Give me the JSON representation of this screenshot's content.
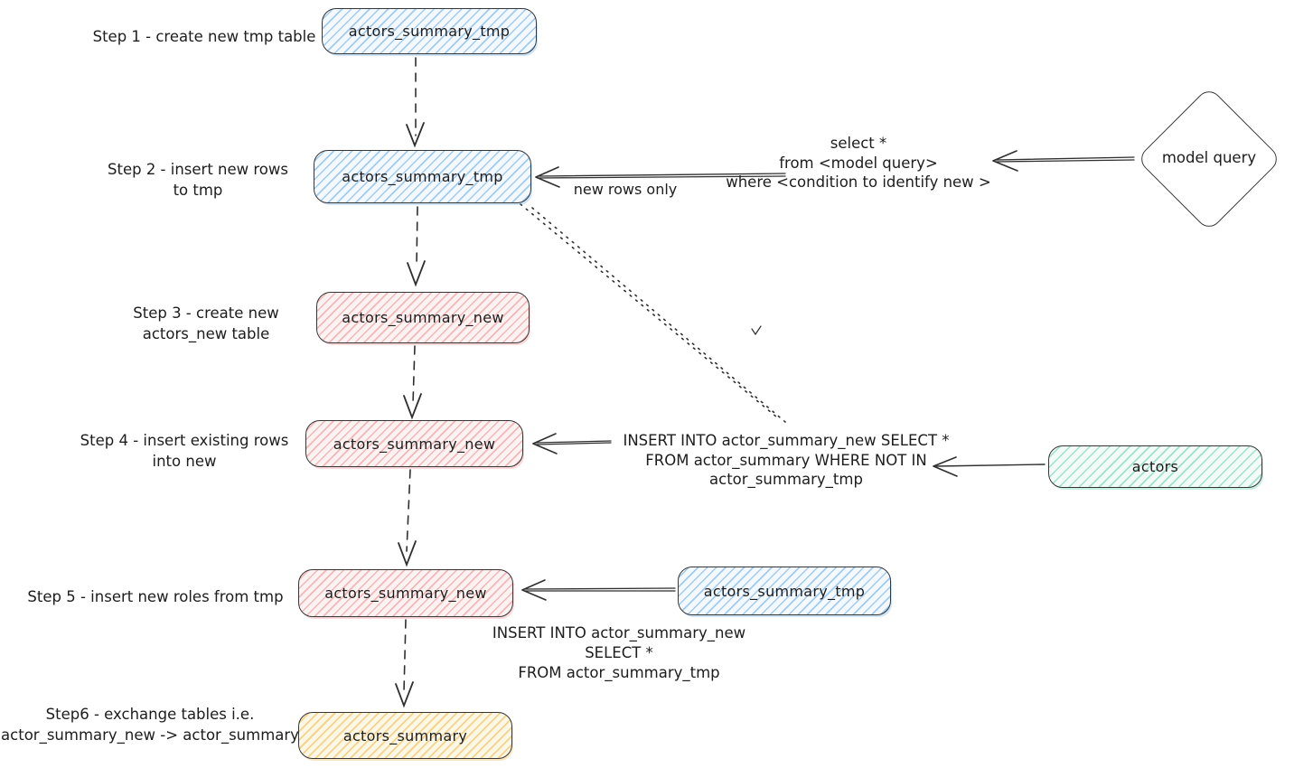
{
  "steps": [
    {
      "label_line1": "Step 1 - create new tmp table",
      "label_line2": "",
      "node": "actors_summary_tmp"
    },
    {
      "label_line1": "Step 2 - insert new rows",
      "label_line2": "to tmp",
      "node": "actors_summary_tmp"
    },
    {
      "label_line1": "Step 3 - create new",
      "label_line2": "actors_new table",
      "node": "actors_summary_new"
    },
    {
      "label_line1": "Step 4 - insert existing rows",
      "label_line2": "into new",
      "node": "actors_summary_new"
    },
    {
      "label_line1": "Step 5 - insert new roles from tmp",
      "label_line2": "",
      "node": "actors_summary_new"
    },
    {
      "label_line1": "Step6 - exchange tables i.e.",
      "label_line2": "actor_summary_new -> actor_summary",
      "node": "actors_summary"
    }
  ],
  "side_nodes": {
    "model_query": "model query",
    "actors": "actors",
    "actors_summary_tmp": "actors_summary_tmp"
  },
  "annotations": {
    "new_rows_only": "new rows only",
    "select_query": {
      "line1": "select *",
      "line2": "from <model query>",
      "line3": "where <condition to identify new >"
    },
    "insert_existing_sql": {
      "line1": "INSERT INTO actor_summary_new SELECT *",
      "line2": "FROM actor_summary WHERE NOT IN",
      "line3": "actor_summary_tmp"
    },
    "insert_from_tmp_sql": {
      "line1": "INSERT INTO actor_summary_new",
      "line2": "SELECT *",
      "line3": "FROM actor_summary_tmp"
    }
  },
  "colors": {
    "node_blue": "#a9cfee",
    "node_pink": "#efb3b3",
    "node_green": "#93d9c2",
    "node_yellow": "#f2cd87",
    "stroke": "#363636",
    "background": "#ffffff"
  }
}
